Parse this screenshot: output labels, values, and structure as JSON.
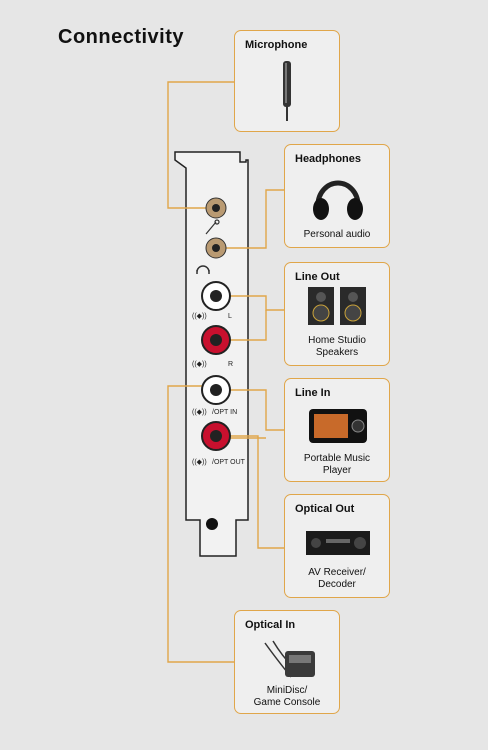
{
  "title": "Connectivity",
  "devices": [
    {
      "key": "microphone",
      "title": "Microphone",
      "subtitle": "",
      "icon": "microphone-icon"
    },
    {
      "key": "headphones",
      "title": "Headphones",
      "subtitle": "Personal audio",
      "icon": "headphones-icon"
    },
    {
      "key": "line_out",
      "title": "Line Out",
      "subtitle": "Home Studio Speakers",
      "icon": "speakers-icon"
    },
    {
      "key": "line_in",
      "title": "Line In",
      "subtitle": "Portable Music Player",
      "icon": "music-player-icon"
    },
    {
      "key": "optical_out",
      "title": "Optical Out",
      "subtitle": "AV Receiver/ Decoder",
      "icon": "av-receiver-icon"
    },
    {
      "key": "optical_in",
      "title": "Optical In",
      "subtitle": "MiniDisc/ Game Console",
      "icon": "minidisc-icon"
    }
  ],
  "ports": [
    {
      "key": "mic",
      "label": ""
    },
    {
      "key": "headphone",
      "label": ""
    },
    {
      "key": "line_out_l",
      "label": "L"
    },
    {
      "key": "line_out_r",
      "label": "R"
    },
    {
      "key": "line_in",
      "label": "/OPT IN"
    },
    {
      "key": "optical_out",
      "label": "/OPT OUT"
    }
  ],
  "colors": {
    "background": "#e6e6e6",
    "box_border": "#e0a64a",
    "wire": "#e0a64a",
    "jack_red": "#c8102e",
    "bracket": "#f2f2f2"
  }
}
